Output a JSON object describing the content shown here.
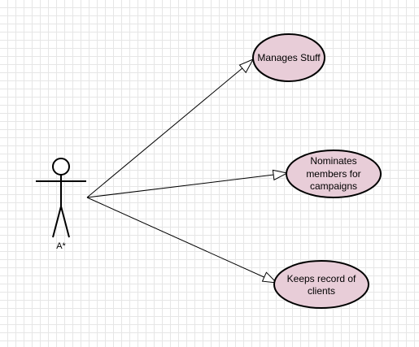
{
  "colors": {
    "use_case_fill": "#E8CDD8",
    "stroke": "#000000",
    "grid": "#E6E6E6"
  },
  "actor": {
    "label": "A*"
  },
  "use_cases": [
    {
      "label_lines": [
        "Manages Stuff"
      ]
    },
    {
      "label_lines": [
        "Nominates",
        "members for",
        "campaigns"
      ]
    },
    {
      "label_lines": [
        "Keeps record of",
        "clients"
      ]
    }
  ]
}
